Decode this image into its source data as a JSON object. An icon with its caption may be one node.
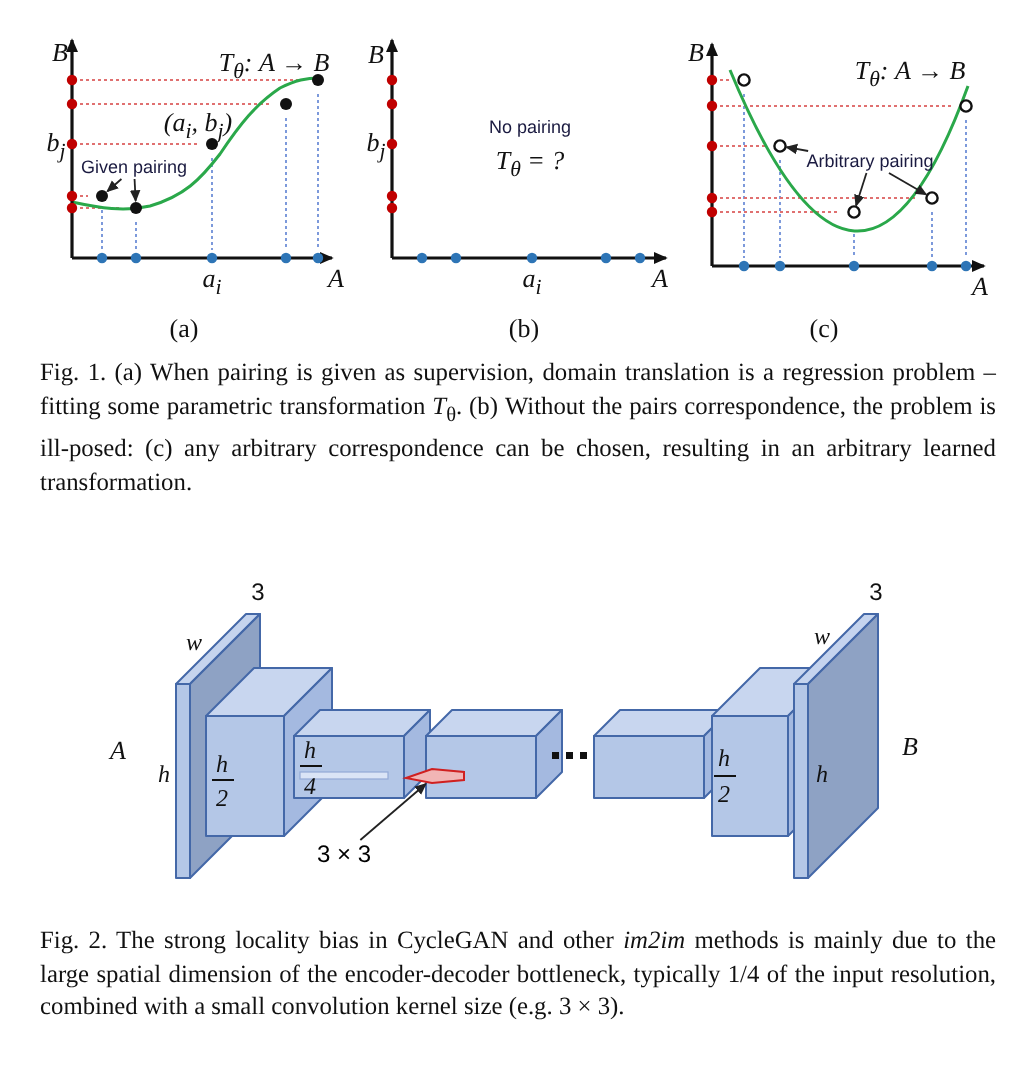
{
  "diagram": {
    "nodes": [
      {
        "text": [
          "Given pairing"
        ]
      },
      {
        "text": [],
        "shape": "circle"
      },
      {
        "text": [],
        "shape": "circle"
      },
      {
        "text": [
          "Arbitrary pairing"
        ]
      },
      {
        "text": [],
        "shape": "circle"
      },
      {
        "text": [],
        "shape": "circle"
      },
      {
        "text": [],
        "shape": "circle"
      },
      {
        "text": [
          "3 × 3"
        ]
      },
      {
        "text": [],
        "shape": "bar"
      }
    ],
    "edges": [
      {
        "from": 0,
        "to": 1,
        "arrow": "to"
      },
      {
        "from": 0,
        "to": 2,
        "arrow": "to"
      },
      {
        "from": 3,
        "to": 4,
        "arrow": "to"
      },
      {
        "from": 3,
        "to": 5,
        "arrow": "to"
      },
      {
        "from": 3,
        "to": 6,
        "arrow": "to"
      },
      {
        "from": 7,
        "to": 8,
        "arrow": "to"
      }
    ],
    "labels": [
      "B",
      "T$_{θ}$: A → B",
      "(a$_{i}$, b$_{j}$)",
      "b$_{j}$",
      "a$_{i}$",
      "A",
      "B",
      "No pairing",
      "T$_{θ}$ = ?",
      "b$_{j}$",
      "a$_{i}$",
      "A",
      "B",
      "T$_{θ}$: A → B",
      "A",
      "(a)",
      "(b)",
      "(c)",
      "Fig. 1. (a) When pairing is given as supervision, domain translation is a regression problem – fitting some parametric transformation *T*$_{θ}$. (b) Without the pairs correspondence, the problem is ill-posed: (c) any arbitrary correspondence can be chosen, resulting in an arbitrary learned transformation.",
      "3",
      "3",
      "w",
      "w",
      "A",
      "h",
      "h",
      "2",
      "h",
      "4",
      "h",
      "2",
      "h",
      "B",
      "Fig. 2. The strong locality bias in CycleGAN and other *im2im* methods is mainly due to the large spatial dimension of the encoder-decoder bottleneck, typically 1/4 of the input resolution, combined with a small convolution kernel size (e.g. 3 × 3)."
    ]
  }
}
